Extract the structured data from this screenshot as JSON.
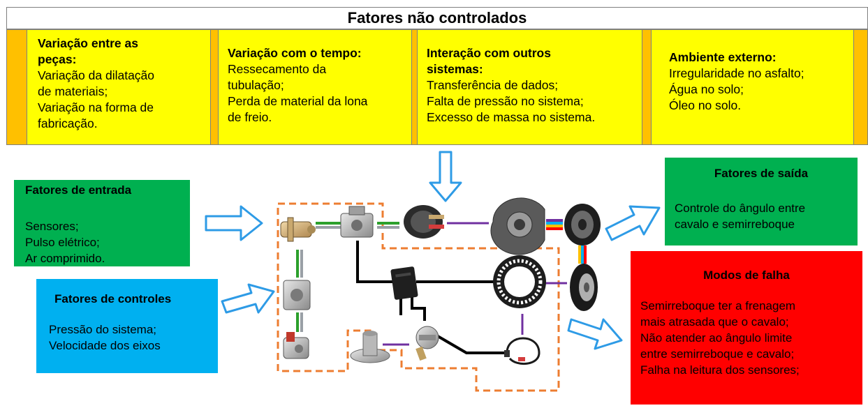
{
  "title": "Fatores não controlados",
  "uncontrolled": [
    {
      "heading": [
        "Variação entre as",
        "peças:"
      ],
      "lines": [
        "Variação da dilatação",
        "de materiais;",
        "Variação na forma de",
        "fabricação."
      ]
    },
    {
      "heading": [
        "Variação com o tempo:"
      ],
      "lines": [
        "Ressecamento da",
        "tubulação;",
        "Perda de material da lona",
        "de freio."
      ]
    },
    {
      "heading": [
        "Interação com outros",
        "sistemas:"
      ],
      "lines": [
        "Transferência de dados;",
        "Falta de pressão no sistema;",
        "Excesso de massa no sistema."
      ]
    },
    {
      "heading": [
        "Ambiente externo:"
      ],
      "lines": [
        "Irregularidade no asfalto;",
        "Água no solo;",
        "Óleo no solo."
      ]
    }
  ],
  "inputs": {
    "title": "Fatores de entrada",
    "lines": [
      "Sensores;",
      "Pulso elétrico;",
      "Ar comprimido."
    ]
  },
  "controls": {
    "title": "Fatores de controles",
    "lines": [
      "Pressão do sistema;",
      "Velocidade dos eixos"
    ]
  },
  "outputs": {
    "title": "Fatores de saída",
    "lines": [
      "Controle do ângulo entre",
      "cavalo e semirreboque"
    ]
  },
  "failures": {
    "title": "Modos de falha",
    "lines": [
      "Semirreboque ter a frenagem",
      "mais atrasada que o cavalo;",
      "Não atender ao ângulo limite",
      "entre semirreboque e cavalo;",
      "Falha na leitura dos sensores;"
    ]
  },
  "colors": {
    "yellow": "#ffff00",
    "orange": "#ffc000",
    "green": "#00b050",
    "blue": "#00b0f0",
    "red": "#ff0000",
    "arrow": "#2e9be6",
    "dash": "#ed7d31",
    "purple": "#7030a0",
    "pipe": "#2ca02c"
  },
  "components": [
    "coupling-valve",
    "relay-valve",
    "brake-chamber",
    "brake-assembly",
    "brake-drum",
    "filter-valve",
    "ecu-module",
    "abs-tone-ring",
    "wheel-tire",
    "solenoid-valve",
    "wheel-hub",
    "speed-sensor",
    "sensor-cable"
  ]
}
